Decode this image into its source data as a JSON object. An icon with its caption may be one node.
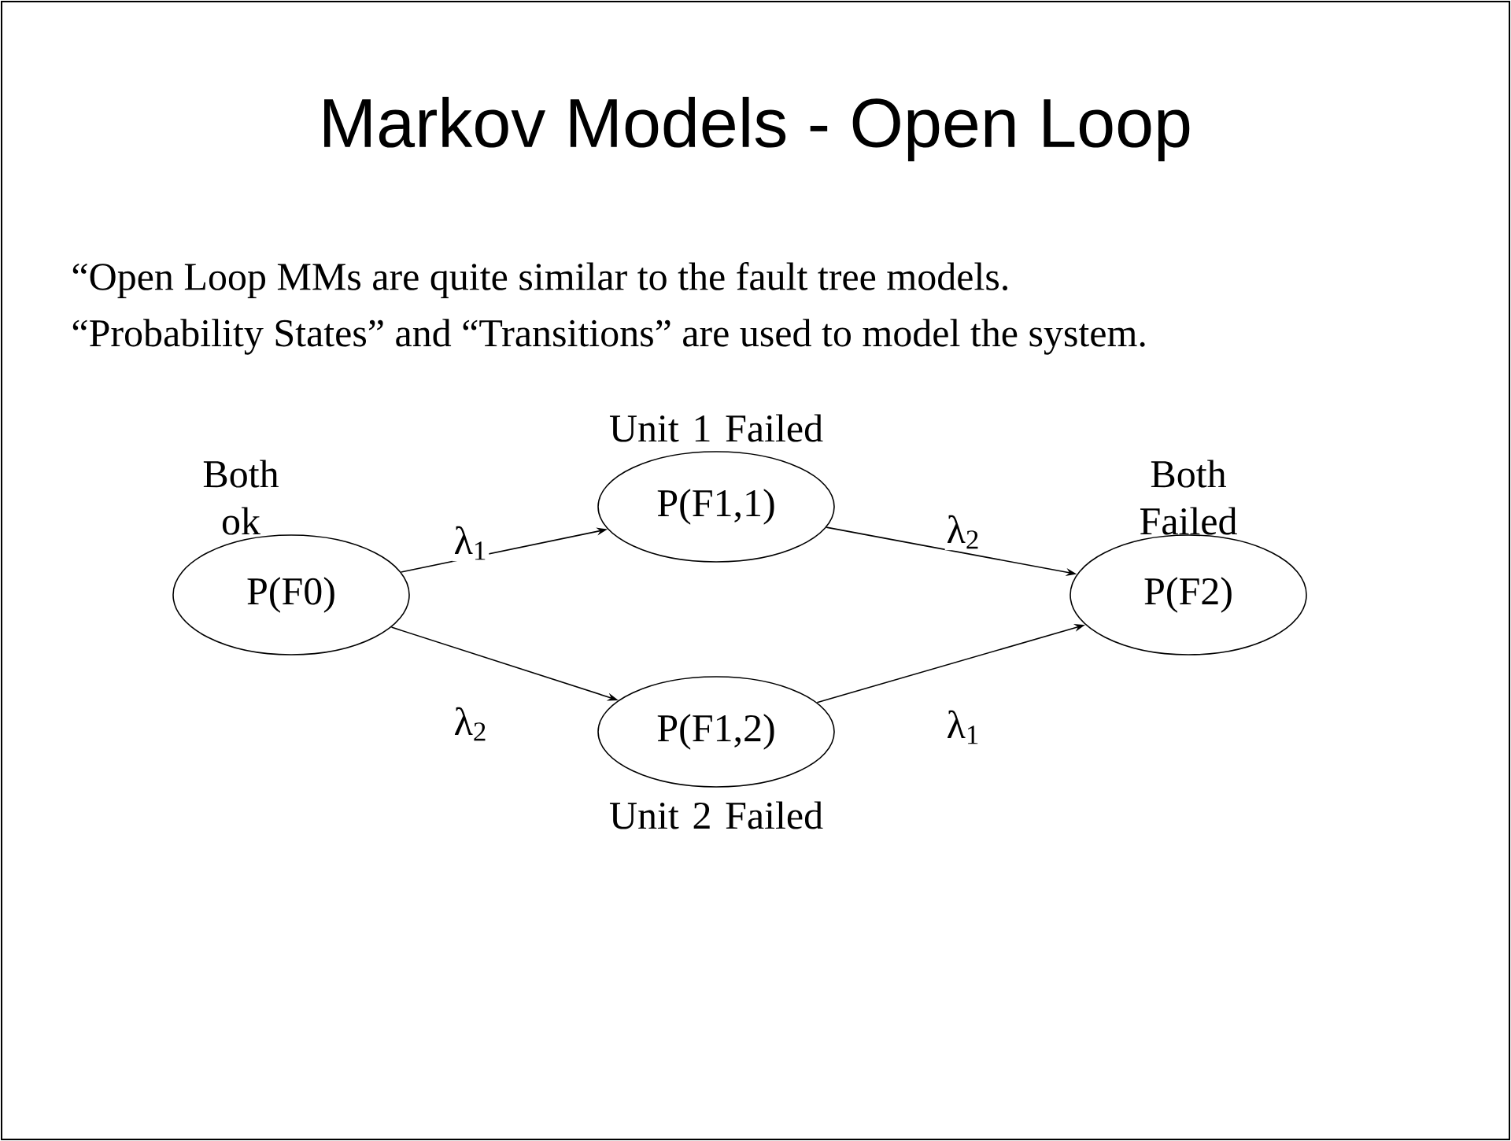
{
  "diagram": {
    "title": "Markov Models - Open Loop",
    "nodes": [
      {
        "text": [
          "P(F0)"
        ],
        "beside": [
          "Both ok"
        ]
      },
      {
        "text": [
          "P(F1,1)"
        ],
        "beside": [
          "Unit 1 Failed"
        ]
      },
      {
        "text": [
          "P(F1,2)"
        ],
        "beside": [
          "Unit 2 Failed"
        ]
      },
      {
        "text": [
          "P(F2)"
        ],
        "beside": [
          "Both Failed"
        ]
      }
    ],
    "edges": [
      {
        "from": 0,
        "to": 1,
        "arrow": "to",
        "label": "λ$_{1}$"
      },
      {
        "from": 0,
        "to": 2,
        "arrow": "to",
        "label": "λ$_{2}$"
      },
      {
        "from": 1,
        "to": 3,
        "arrow": "to",
        "label": "λ$_{2}$"
      },
      {
        "from": 2,
        "to": 3,
        "arrow": "to",
        "label": "λ$_{1}$"
      }
    ],
    "labels": [
      "“Open Loop MMs are quite similar to the fault tree models.",
      "“Probability States” and “Transitions” are used to model the system."
    ]
  }
}
